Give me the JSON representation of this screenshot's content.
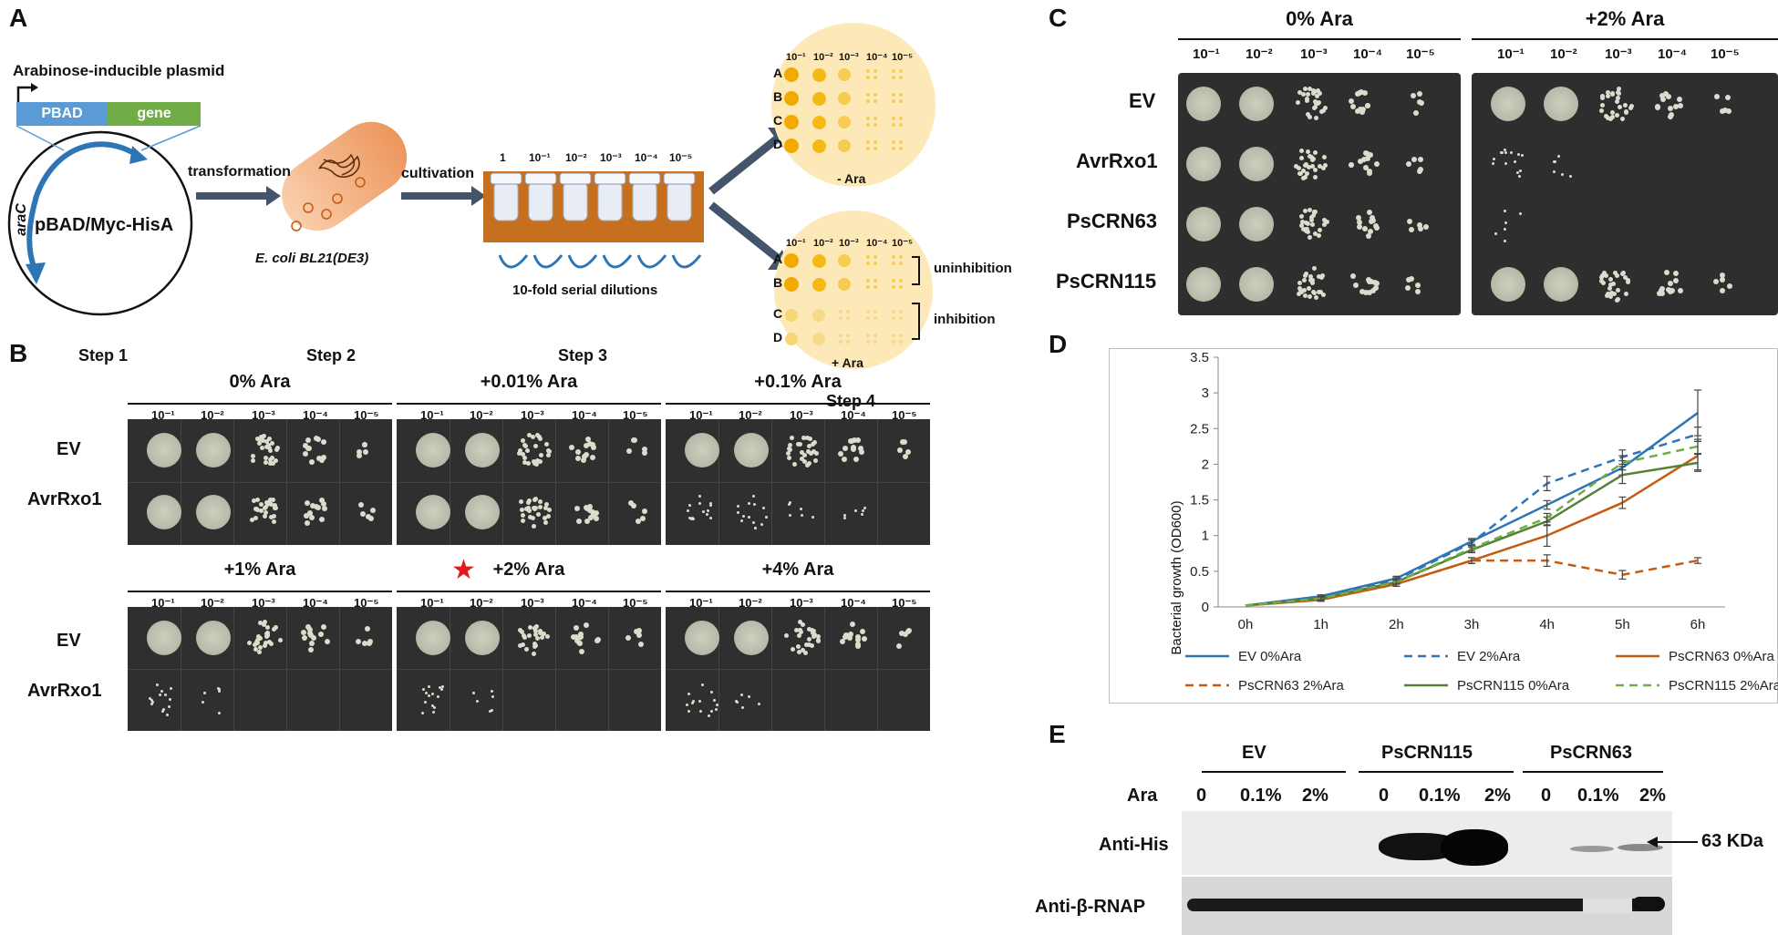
{
  "panels": {
    "A": "A",
    "B": "B",
    "C": "C",
    "D": "D",
    "E": "E"
  },
  "panelA": {
    "plasmid_title": "Arabinose-inducible plasmid",
    "promoter": "PBAD",
    "gene": "gene",
    "araC": "araC",
    "plasmid_name": "pBAD/Myc-HisA",
    "transformation": "transformation",
    "cultivation": "cultivation",
    "ecoli": "E. coli BL21(DE3)",
    "serial": "10-fold serial dilutions",
    "tube_labels": [
      "1",
      "10⁻¹",
      "10⁻²",
      "10⁻³",
      "10⁻⁴",
      "10⁻⁵"
    ],
    "steps": [
      "Step 1",
      "Step 2",
      "Step 3",
      "Step 4"
    ],
    "plate_rows": [
      "A",
      "B",
      "C",
      "D"
    ],
    "minus_ara": "- Ara",
    "plus_ara": "+ Ara",
    "uninhibition": "uninhibition",
    "inhibition": "inhibition"
  },
  "dilutions": [
    "10⁻¹",
    "10⁻²",
    "10⁻³",
    "10⁻⁴",
    "10⁻⁵"
  ],
  "panelB": {
    "conditions": [
      "0% Ara",
      "+0.01% Ara",
      "+0.1% Ara",
      "+1% Ara",
      "+2% Ara",
      "+4% Ara"
    ],
    "rows": [
      "EV",
      "AvrRxo1"
    ]
  },
  "panelC": {
    "conditions": [
      "0% Ara",
      "+2% Ara"
    ],
    "rows": [
      "EV",
      "AvrRxo1",
      "PsCRN63",
      "PsCRN115"
    ]
  },
  "chart_data": {
    "type": "line",
    "x": [
      "0h",
      "1h",
      "2h",
      "3h",
      "4h",
      "5h",
      "6h"
    ],
    "ylabel": "Bacterial growth (OD600)",
    "ylim": [
      0,
      3.5
    ],
    "yticks": [
      "0",
      "0.5",
      "1",
      "1.5",
      "2",
      "2.5",
      "3",
      "3.5"
    ],
    "grid": false,
    "legend": "bottom",
    "series": [
      {
        "name": "EV 0%Ara",
        "color": "#2e75b6",
        "dash": false,
        "values": [
          0.02,
          0.15,
          0.4,
          0.92,
          1.43,
          1.95,
          2.72
        ],
        "err": [
          0,
          0.02,
          0.03,
          0.04,
          0.06,
          0.1,
          0.32
        ]
      },
      {
        "name": "EV 2%Ara",
        "color": "#2e75b6",
        "dash": true,
        "values": [
          0.02,
          0.13,
          0.38,
          0.9,
          1.73,
          2.1,
          2.42
        ],
        "err": [
          0,
          0.02,
          0.03,
          0.04,
          0.1,
          0.1,
          0.1
        ]
      },
      {
        "name": "PsCRN63 0%Ara",
        "color": "#c55a11",
        "dash": false,
        "values": [
          0.02,
          0.1,
          0.32,
          0.65,
          1.0,
          1.46,
          2.12
        ],
        "err": [
          0,
          0.02,
          0.03,
          0.04,
          0.15,
          0.08,
          0.2
        ]
      },
      {
        "name": "PsCRN63 2%Ara",
        "color": "#c55a11",
        "dash": true,
        "values": [
          0.02,
          0.1,
          0.32,
          0.65,
          0.65,
          0.45,
          0.65
        ],
        "err": [
          0,
          0.02,
          0.03,
          0.04,
          0.08,
          0.06,
          0.04
        ]
      },
      {
        "name": "PsCRN115 0%Ara",
        "color": "#548235",
        "dash": false,
        "values": [
          0.02,
          0.12,
          0.35,
          0.8,
          1.2,
          1.85,
          2.02
        ],
        "err": [
          0,
          0.02,
          0.03,
          0.04,
          0.06,
          0.12,
          0.12
        ]
      },
      {
        "name": "PsCRN115 2%Ara",
        "color": "#70ad47",
        "dash": true,
        "values": [
          0.02,
          0.12,
          0.35,
          0.82,
          1.25,
          2.02,
          2.25
        ],
        "err": [
          0,
          0.02,
          0.03,
          0.04,
          0.06,
          0.1,
          0.1
        ]
      }
    ]
  },
  "panelE": {
    "groups": [
      "EV",
      "PsCRN115",
      "PsCRN63"
    ],
    "ara_label": "Ara",
    "lanes": [
      "0",
      "0.1%",
      "2%"
    ],
    "anti_his": "Anti-His",
    "anti_rnap": "Anti-β-RNAP",
    "marker": "63 KDa"
  }
}
